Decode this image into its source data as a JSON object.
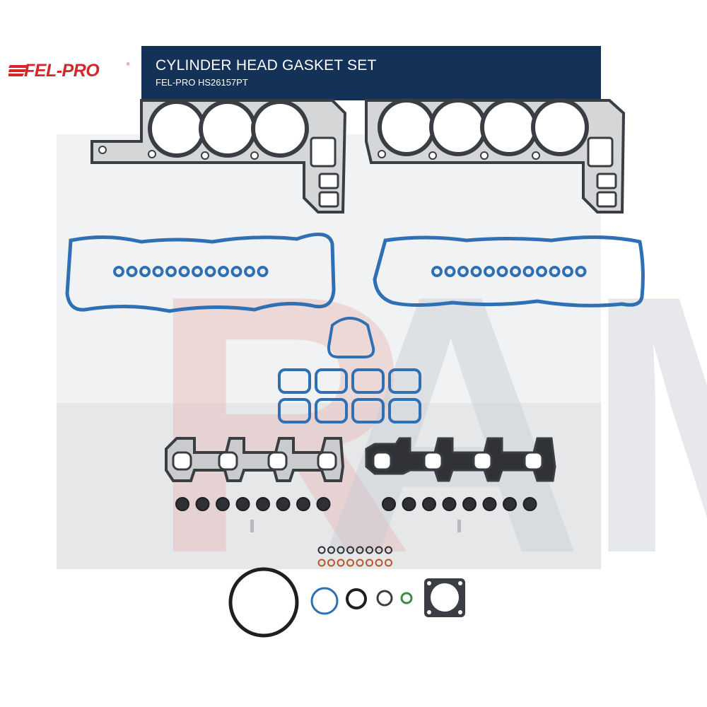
{
  "brand": {
    "name": "FEL-PRO"
  },
  "banner": {
    "title": "CYLINDER HEAD GASKET SET",
    "subtitle": "FEL-PRO HS26157PT"
  },
  "watermark": {
    "text": "RAM"
  },
  "colors": {
    "banner_bg": "#143157",
    "logo_red": "#d6262b",
    "gasket_steel": "#3a3d42",
    "gasket_blue": "#2f6fb4",
    "seal_dark": "#2f3033",
    "oring_green": "#3c8a46",
    "oring_orange": "#b8582a"
  }
}
